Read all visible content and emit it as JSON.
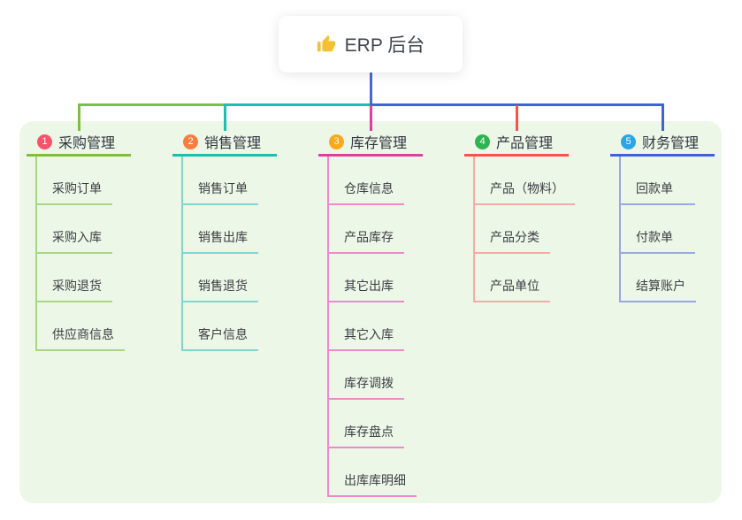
{
  "root": {
    "label": "ERP 后台",
    "icon": "thumbs-up-icon"
  },
  "colors": {
    "panel": "#EDF7E8",
    "root_connector": "#4A67DA",
    "card_bg": "#FFFFFF",
    "heading_text": "#333640",
    "child_text": "#3B3D42"
  },
  "branches": [
    {
      "index": "1",
      "label": "采购管理",
      "badge_color": "#F8536B",
      "line_color": "#7FBF3F",
      "child_line_color": "#A9D586",
      "children": [
        "采购订单",
        "采购入库",
        "采购退货",
        "供应商信息"
      ]
    },
    {
      "index": "2",
      "label": "销售管理",
      "badge_color": "#F87E3F",
      "line_color": "#1CBFAF",
      "child_line_color": "#7CD9CC",
      "children": [
        "销售订单",
        "销售出库",
        "销售退货",
        "客户信息"
      ]
    },
    {
      "index": "3",
      "label": "库存管理",
      "badge_color": "#FBA81B",
      "line_color": "#DC3F9E",
      "child_line_color": "#EF89C8",
      "children": [
        "仓库信息",
        "产品库存",
        "其它出库",
        "其它入库",
        "库存调拨",
        "库存盘点",
        "出库库明细"
      ]
    },
    {
      "index": "4",
      "label": "产品管理",
      "badge_color": "#30B452",
      "line_color": "#F8524B",
      "child_line_color": "#FBA8A3",
      "children": [
        "产品（物料）",
        "产品分类",
        "产品单位"
      ]
    },
    {
      "index": "5",
      "label": "财务管理",
      "badge_color": "#2BA5E8",
      "line_color": "#3E63D6",
      "child_line_color": "#97A9E6",
      "children": [
        "回款单",
        "付款单",
        "结算账户"
      ]
    }
  ]
}
